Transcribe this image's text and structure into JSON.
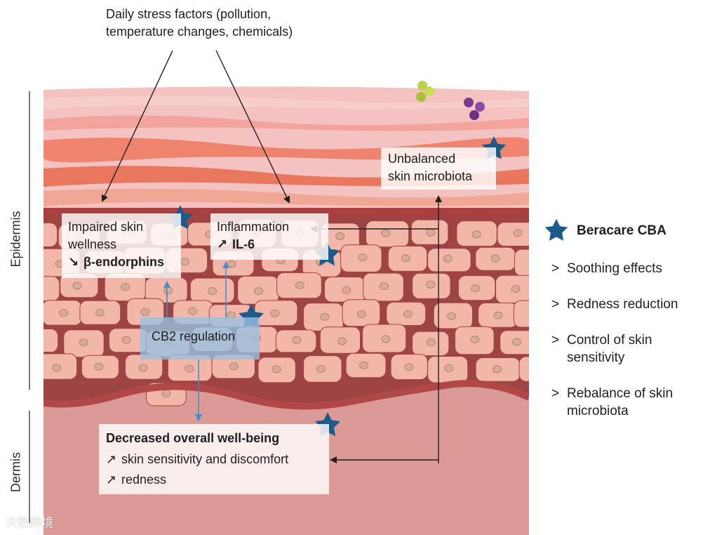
{
  "top_label": {
    "line1": "Daily stress factors (pollution,",
    "line2": "temperature changes, chemicals)"
  },
  "layers": {
    "epidermis": "Epidermis",
    "dermis": "Dermis"
  },
  "boxes": {
    "microbiota": {
      "line1": "Unbalanced",
      "line2": "skin microbiota"
    },
    "impaired": {
      "line1": "Impaired skin",
      "line2": "wellness",
      "arrow": "↘",
      "line3": "β-endorphins"
    },
    "inflammation": {
      "line1": "Inflammation",
      "arrow": "↗",
      "line2": "IL-6"
    },
    "cb2": {
      "line1": "CB2 regulation"
    },
    "wellbeing": {
      "title": "Decreased overall well-being",
      "arrow1": "↗",
      "item1": "skin sensitivity and discomfort",
      "arrow2": "↗",
      "item2": "redness"
    }
  },
  "legend": {
    "title": "Beracare CBA",
    "items": [
      {
        "chevron": ">",
        "line1": "Soothing effects",
        "line2": ""
      },
      {
        "chevron": ">",
        "line1": "Redness reduction",
        "line2": ""
      },
      {
        "chevron": ">",
        "line1": "Control of skin",
        "line2": "sensitivity"
      },
      {
        "chevron": ">",
        "line1": "Rebalance of skin",
        "line2": "microbiota"
      }
    ]
  },
  "watermark": "大数跨境",
  "colors": {
    "star": "#1d5a8c",
    "arrow_dark": "#1f1f1f",
    "arrow_blue": "#3d8fd0",
    "skin_top": "#f2b3b3",
    "dermis": "#dd9c98",
    "cell": "#f3b7a9",
    "cell_membrane": "#9e4444"
  }
}
